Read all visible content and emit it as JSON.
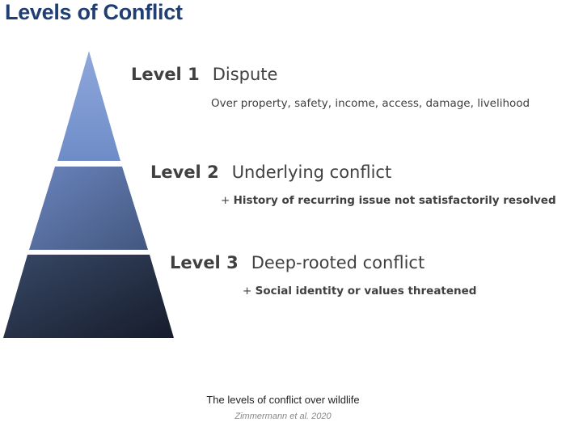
{
  "title": "Levels of Conflict",
  "levels": [
    {
      "label": "Level 1",
      "name": "Dispute",
      "prefix": "",
      "description": "Over property, safety, income, access, damage, livelihood"
    },
    {
      "label": "Level 2",
      "name": "Underlying conflict",
      "prefix": "+ ",
      "description": "History of recurring issue not satisfactorily resolved"
    },
    {
      "label": "Level 3",
      "name": "Deep-rooted conflict",
      "prefix": "+ ",
      "description": "Social identity or values threatened"
    }
  ],
  "caption": "The levels of conflict over wildlife",
  "citation": "Zimmermann et al. 2020",
  "colors": {
    "title": "#1f3f73",
    "tier1_top": "#8fa8dc",
    "tier1_bottom": "#6e8cc8",
    "tier2_top": "#6a84bd",
    "tier2_bottom": "#43577f",
    "tier3_top": "#384866",
    "tier3_bottom": "#161c2b"
  }
}
